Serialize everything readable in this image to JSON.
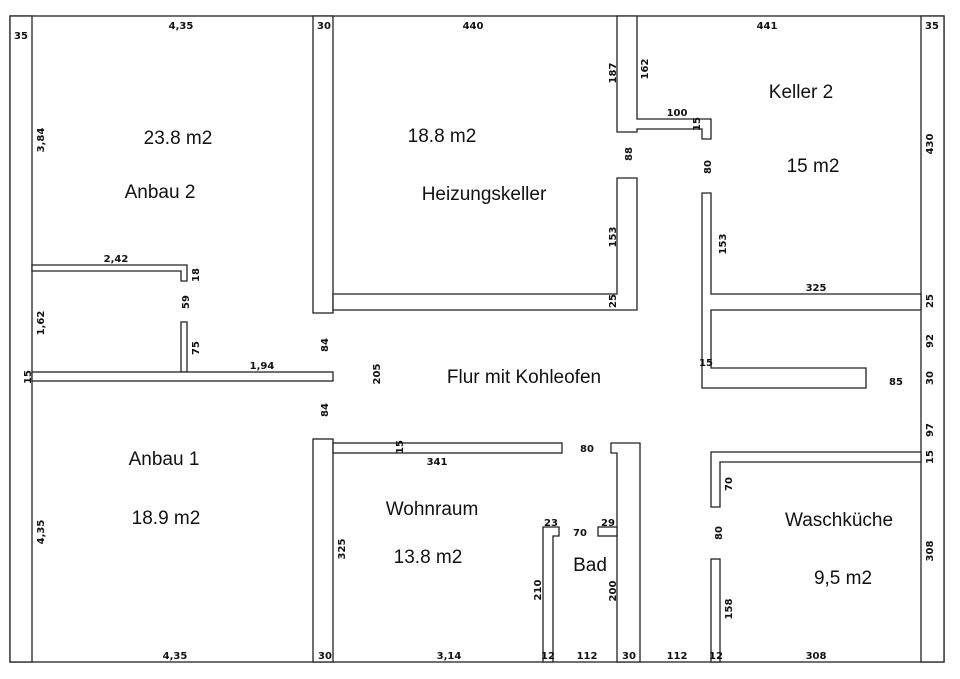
{
  "rooms": {
    "anbau2": {
      "name": "Anbau 2",
      "area": "23.8 m2"
    },
    "heizungskeller": {
      "name": "Heizungskeller",
      "area": "18.8 m2"
    },
    "keller2": {
      "name": "Keller 2",
      "area": "15 m2"
    },
    "flur": {
      "name": "Flur mit Kohleofen"
    },
    "anbau1": {
      "name": "Anbau 1",
      "area": "18.9 m2"
    },
    "wohnraum": {
      "name": "Wohnraum",
      "area": "13.8 m2"
    },
    "bad": {
      "name": "Bad"
    },
    "waschkueche": {
      "name": "Waschküche",
      "area": "9,5 m2"
    }
  },
  "dims": {
    "top_left_wall": "35",
    "top_anbau2": "4,35",
    "top_col": "30",
    "top_heiz": "440",
    "top_keller2": "441",
    "top_right_wall": "35",
    "anbau2_height": "3,84",
    "anbau2_wall": "2,42",
    "anbau2_stub": "18",
    "gap59": "59",
    "stub75": "75",
    "left162": "1,62",
    "wall15_left": "15",
    "wall194": "1,94",
    "col84a": "84",
    "gap205": "205",
    "col84b": "84",
    "k187": "187",
    "k162": "162",
    "k100": "100",
    "k15": "15",
    "door88": "88",
    "door80": "80",
    "h153": "153",
    "h25": "25",
    "k153": "153",
    "k325": "325",
    "r430": "430",
    "r25": "25",
    "r92": "92",
    "r30": "30",
    "r97": "97",
    "r15": "15",
    "r308": "308",
    "k15b": "15",
    "k85": "85",
    "anbau1_height": "4,35",
    "w15": "15",
    "w341": "341",
    "w325": "325",
    "door80b": "80",
    "b23": "23",
    "b70": "70",
    "b29": "29",
    "b210": "210",
    "b200": "200",
    "wk70": "70",
    "wk80": "80",
    "wk158": "158",
    "bot_anbau1": "4,35",
    "bot_col": "30",
    "bot_wohn": "3,14",
    "bot12a": "12",
    "bot112a": "112",
    "bot30": "30",
    "bot112b": "112",
    "bot12b": "12",
    "bot308": "308"
  }
}
